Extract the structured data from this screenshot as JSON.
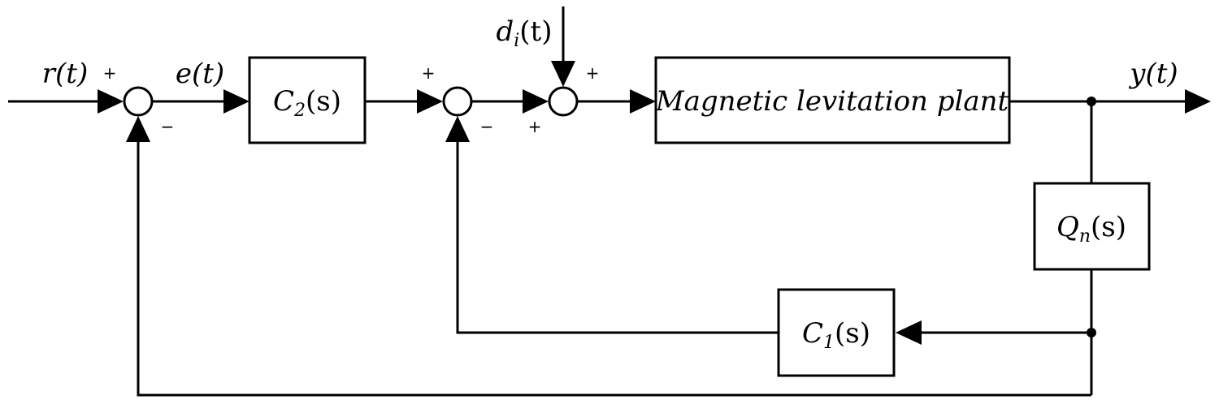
{
  "signals": {
    "reference": "r(t)",
    "error": "e(t)",
    "disturbance": "d",
    "disturbance_sub": "i",
    "disturbance_arg": "(t)",
    "output": "y(t)"
  },
  "blocks": {
    "c2": {
      "name": "C",
      "sub": "2",
      "arg": "(s)"
    },
    "plant": {
      "label": "Magnetic levitation plant"
    },
    "qn": {
      "name": "Q",
      "sub": "n",
      "arg": "(s)"
    },
    "c1": {
      "name": "C",
      "sub": "1",
      "arg": "(s)"
    }
  },
  "signs": {
    "sum1_in": "+",
    "sum1_fb": "−",
    "sum2_in": "+",
    "sum2_fb": "−",
    "sum3_in": "+",
    "sum3_dist": "+"
  }
}
